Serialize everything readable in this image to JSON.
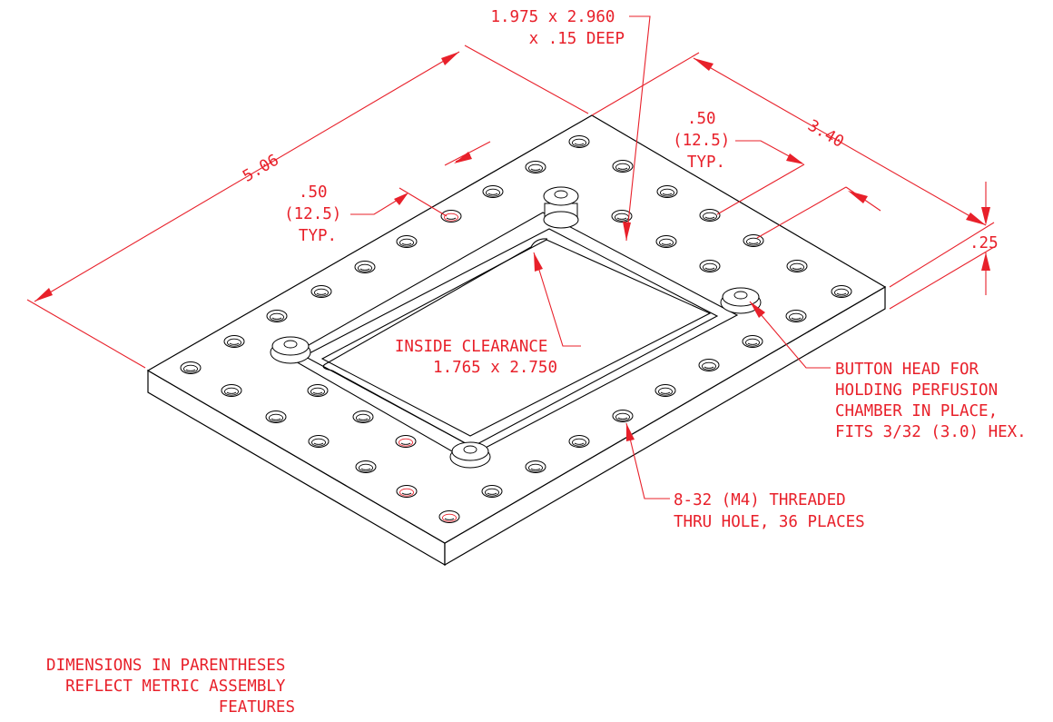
{
  "drawing": {
    "annotations": {
      "dim_overall_length": [
        "5.06"
      ],
      "dim_overall_width": [
        "3.40"
      ],
      "dim_thickness": [
        ".25"
      ],
      "dim_pocket": [
        "1.975 x 2.960",
        "x .15 DEEP"
      ],
      "dim_spacing_left": [
        ".50",
        "(12.5)",
        "TYP."
      ],
      "dim_spacing_right": [
        ".50",
        "(12.5)",
        "TYP."
      ],
      "inside_clearance": [
        "INSIDE CLEARANCE",
        "1.765 x 2.750"
      ],
      "button_head": [
        "BUTTON HEAD FOR",
        "HOLDING PERFUSION",
        "CHAMBER IN PLACE,",
        "FITS 3/32 (3.0) HEX."
      ],
      "threaded_holes": [
        "8-32 (M4) THREADED",
        "THRU HOLE, 36 PLACES"
      ],
      "metric_note": [
        "DIMENSIONS IN PARENTHESES",
        "REFLECT METRIC ASSEMBLY",
        "FEATURES"
      ]
    },
    "colors": {
      "annotation": "#e8202a",
      "linework": "#000000",
      "background": "#ffffff"
    }
  }
}
